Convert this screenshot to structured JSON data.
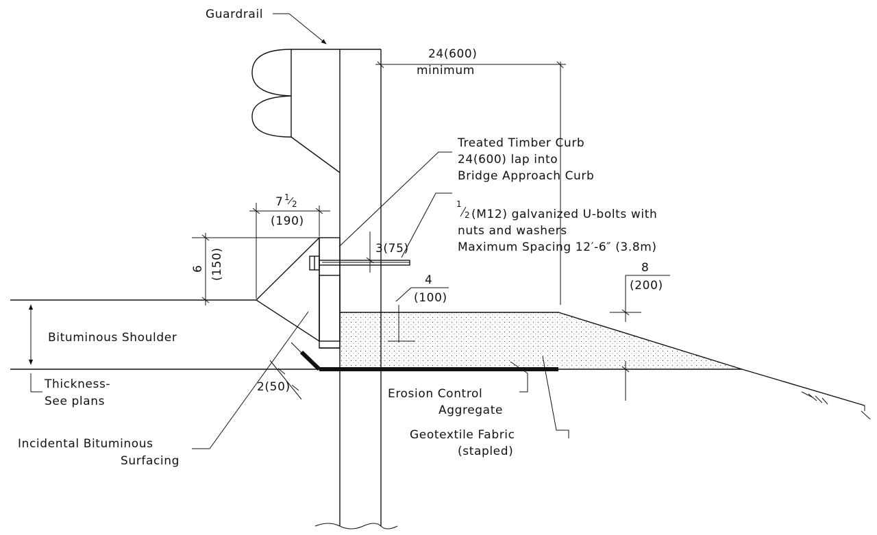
{
  "labels": {
    "guardrail": "Guardrail",
    "dim_24_600": "24(600)",
    "minimum": "minimum",
    "curb_line1": "Treated Timber Curb",
    "curb_line2": "24(600) lap into",
    "curb_line3": "Bridge Approach Curb",
    "ubolt_frac_num": "1",
    "ubolt_frac_den": "2",
    "ubolt_line1_rest": "(M12) galvanized U-bolts with",
    "ubolt_line2": "nuts and washers",
    "ubolt_line3": "Maximum Spacing 12′-6″ (3.8m)",
    "dim_7_whole": "7",
    "dim_7_num": "1",
    "dim_7_den": "2",
    "dim_190": "(190)",
    "dim_6": "6",
    "dim_150": "(150)",
    "dim_3_75": "3(75)",
    "dim_4": "4",
    "dim_100": "(100)",
    "dim_8": "8",
    "dim_200": "(200)",
    "bituminous_shoulder": "Bituminous Shoulder",
    "thickness_line1": "Thickness-",
    "thickness_line2": "See plans",
    "dim_2_50": "2(50)",
    "erosion_line1": "Erosion Control",
    "erosion_line2": "Aggregate",
    "geotextile_line1": "Geotextile Fabric",
    "geotextile_line2": "(stapled)",
    "incidental_line1": "Incidental Bituminous",
    "incidental_line2": "Surfacing"
  }
}
